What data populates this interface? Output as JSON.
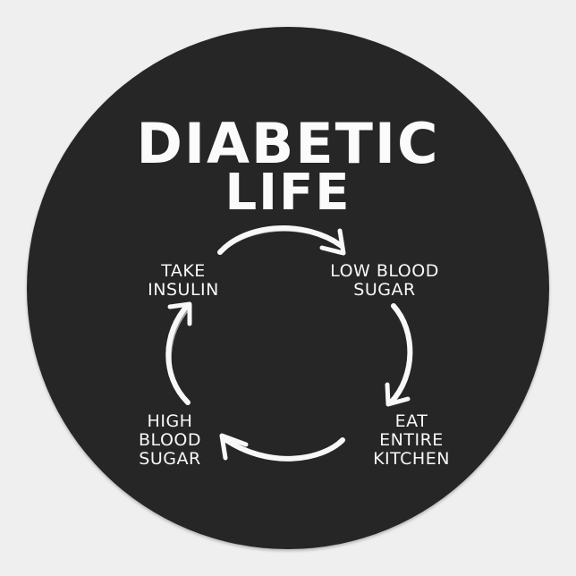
{
  "title": {
    "line1": "DIABETIC",
    "line2": "LIFE"
  },
  "cycle": {
    "steps": [
      {
        "id": "take-insulin",
        "label": "TAKE\nINSULIN"
      },
      {
        "id": "low-blood-sugar",
        "label": "LOW BLOOD\nSUGAR"
      },
      {
        "id": "eat-entire-kitchen",
        "label": "EAT\nENTIRE\nKITCHEN"
      },
      {
        "id": "high-blood-sugar",
        "label": "HIGH\nBLOOD\nSUGAR"
      }
    ],
    "direction": "clockwise"
  },
  "colors": {
    "background": "#efefef",
    "sticker": "#262626",
    "text": "#fbfbfb"
  }
}
